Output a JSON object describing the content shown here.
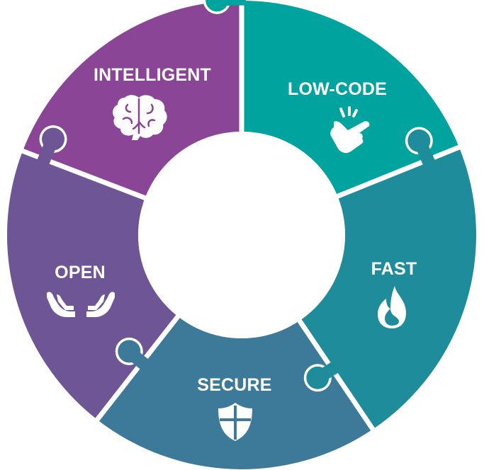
{
  "segments": [
    {
      "label": "LOW-CODE",
      "icon": "tap-hand-icon",
      "color": "#00A39E"
    },
    {
      "label": "FAST",
      "icon": "flame-icon",
      "color": "#1E8C9A"
    },
    {
      "label": "SECURE",
      "icon": "shield-icon",
      "color": "#3D7A9A"
    },
    {
      "label": "OPEN",
      "icon": "open-hands-icon",
      "color": "#6E5595"
    },
    {
      "label": "INTELLIGENT",
      "icon": "brain-icon",
      "color": "#8A4597"
    }
  ]
}
